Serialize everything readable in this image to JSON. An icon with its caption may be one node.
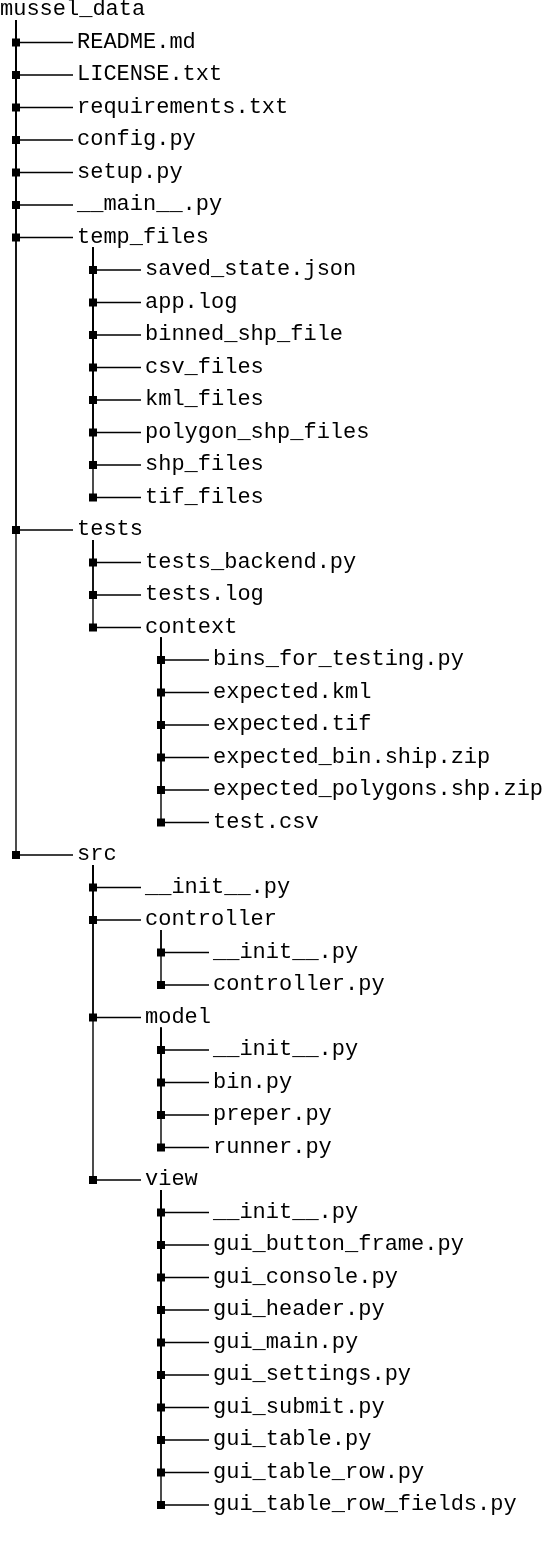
{
  "diagram": {
    "nodes": [
      {
        "text": [
          "mussel_data"
        ]
      },
      {
        "text": [
          "README.md"
        ]
      },
      {
        "text": [
          "LICENSE.txt"
        ]
      },
      {
        "text": [
          "requirements.txt"
        ]
      },
      {
        "text": [
          "config.py"
        ]
      },
      {
        "text": [
          "setup.py"
        ]
      },
      {
        "text": [
          "__main__.py"
        ]
      },
      {
        "text": [
          "temp_files"
        ]
      },
      {
        "text": [
          "saved_state.json"
        ]
      },
      {
        "text": [
          "app.log"
        ]
      },
      {
        "text": [
          "binned_shp_file"
        ]
      },
      {
        "text": [
          "csv_files"
        ]
      },
      {
        "text": [
          "kml_files"
        ]
      },
      {
        "text": [
          "polygon_shp_files"
        ]
      },
      {
        "text": [
          "shp_files"
        ]
      },
      {
        "text": [
          "tif_files"
        ]
      },
      {
        "text": [
          "tests"
        ]
      },
      {
        "text": [
          "tests_backend.py"
        ]
      },
      {
        "text": [
          "tests.log"
        ]
      },
      {
        "text": [
          "context"
        ]
      },
      {
        "text": [
          "bins_for_testing.py"
        ]
      },
      {
        "text": [
          "expected.kml"
        ]
      },
      {
        "text": [
          "expected.tif"
        ]
      },
      {
        "text": [
          "expected_bin.ship.zip"
        ]
      },
      {
        "text": [
          "expected_polygons.shp.zip"
        ]
      },
      {
        "text": [
          "test.csv"
        ]
      },
      {
        "text": [
          "src"
        ]
      },
      {
        "text": [
          "__init__.py"
        ]
      },
      {
        "text": [
          "controller"
        ]
      },
      {
        "text": [
          "__init__.py"
        ]
      },
      {
        "text": [
          "controller.py"
        ]
      },
      {
        "text": [
          "model"
        ]
      },
      {
        "text": [
          "__init__.py"
        ]
      },
      {
        "text": [
          "bin.py"
        ]
      },
      {
        "text": [
          "preper.py"
        ]
      },
      {
        "text": [
          "runner.py"
        ]
      },
      {
        "text": [
          "view"
        ]
      },
      {
        "text": [
          "__init__.py"
        ]
      },
      {
        "text": [
          "gui_button_frame.py"
        ]
      },
      {
        "text": [
          "gui_console.py"
        ]
      },
      {
        "text": [
          "gui_header.py"
        ]
      },
      {
        "text": [
          "gui_main.py"
        ]
      },
      {
        "text": [
          "gui_settings.py"
        ]
      },
      {
        "text": [
          "gui_submit.py"
        ]
      },
      {
        "text": [
          "gui_table.py"
        ]
      },
      {
        "text": [
          "gui_table_row.py"
        ]
      },
      {
        "text": [
          "gui_table_row_fields.py"
        ]
      }
    ],
    "edges": [
      {
        "from": 0,
        "to": 1,
        "arrow": "none"
      },
      {
        "from": 0,
        "to": 2,
        "arrow": "none"
      },
      {
        "from": 0,
        "to": 3,
        "arrow": "none"
      },
      {
        "from": 0,
        "to": 4,
        "arrow": "none"
      },
      {
        "from": 0,
        "to": 5,
        "arrow": "none"
      },
      {
        "from": 0,
        "to": 6,
        "arrow": "none"
      },
      {
        "from": 0,
        "to": 7,
        "arrow": "none"
      },
      {
        "from": 7,
        "to": 8,
        "arrow": "none"
      },
      {
        "from": 7,
        "to": 9,
        "arrow": "none"
      },
      {
        "from": 7,
        "to": 10,
        "arrow": "none"
      },
      {
        "from": 7,
        "to": 11,
        "arrow": "none"
      },
      {
        "from": 7,
        "to": 12,
        "arrow": "none"
      },
      {
        "from": 7,
        "to": 13,
        "arrow": "none"
      },
      {
        "from": 7,
        "to": 14,
        "arrow": "none"
      },
      {
        "from": 7,
        "to": 15,
        "arrow": "none"
      },
      {
        "from": 0,
        "to": 16,
        "arrow": "none"
      },
      {
        "from": 16,
        "to": 17,
        "arrow": "none"
      },
      {
        "from": 16,
        "to": 18,
        "arrow": "none"
      },
      {
        "from": 16,
        "to": 19,
        "arrow": "none"
      },
      {
        "from": 19,
        "to": 20,
        "arrow": "none"
      },
      {
        "from": 19,
        "to": 21,
        "arrow": "none"
      },
      {
        "from": 19,
        "to": 22,
        "arrow": "none"
      },
      {
        "from": 19,
        "to": 23,
        "arrow": "none"
      },
      {
        "from": 19,
        "to": 24,
        "arrow": "none"
      },
      {
        "from": 19,
        "to": 25,
        "arrow": "none"
      },
      {
        "from": 0,
        "to": 26,
        "arrow": "none"
      },
      {
        "from": 26,
        "to": 27,
        "arrow": "none"
      },
      {
        "from": 26,
        "to": 28,
        "arrow": "none"
      },
      {
        "from": 28,
        "to": 29,
        "arrow": "none"
      },
      {
        "from": 28,
        "to": 30,
        "arrow": "none"
      },
      {
        "from": 26,
        "to": 31,
        "arrow": "none"
      },
      {
        "from": 31,
        "to": 32,
        "arrow": "none"
      },
      {
        "from": 31,
        "to": 33,
        "arrow": "none"
      },
      {
        "from": 31,
        "to": 34,
        "arrow": "none"
      },
      {
        "from": 31,
        "to": 35,
        "arrow": "none"
      },
      {
        "from": 26,
        "to": 36,
        "arrow": "none"
      },
      {
        "from": 36,
        "to": 37,
        "arrow": "none"
      },
      {
        "from": 36,
        "to": 38,
        "arrow": "none"
      },
      {
        "from": 36,
        "to": 39,
        "arrow": "none"
      },
      {
        "from": 36,
        "to": 40,
        "arrow": "none"
      },
      {
        "from": 36,
        "to": 41,
        "arrow": "none"
      },
      {
        "from": 36,
        "to": 42,
        "arrow": "none"
      },
      {
        "from": 36,
        "to": 43,
        "arrow": "none"
      },
      {
        "from": 36,
        "to": 44,
        "arrow": "none"
      },
      {
        "from": 36,
        "to": 45,
        "arrow": "none"
      },
      {
        "from": 36,
        "to": 46,
        "arrow": "none"
      }
    ]
  }
}
